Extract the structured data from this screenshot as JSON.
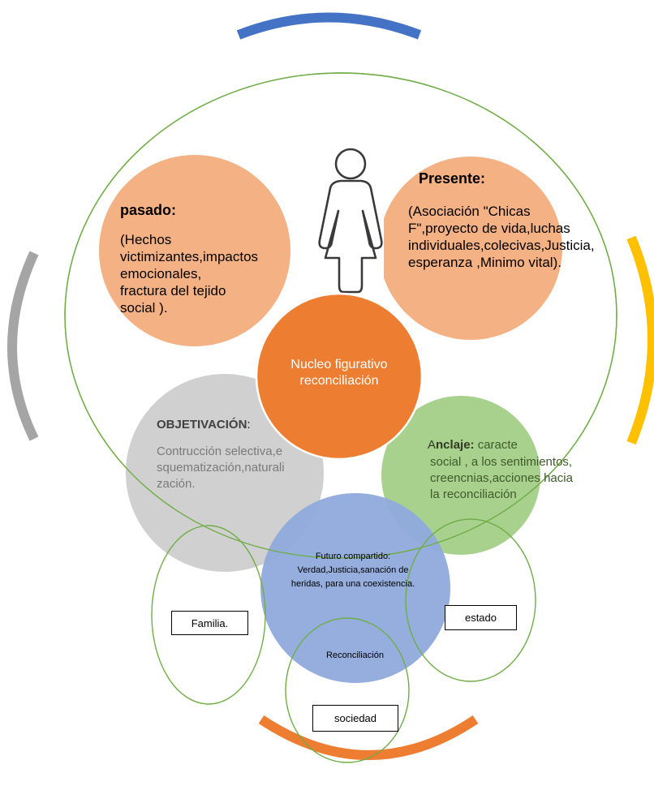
{
  "icons": {
    "person": "woman-figure-icon"
  },
  "colors": {
    "arc_top": "#4472C4",
    "arc_left": "#A5A5A5",
    "arc_right": "#FFC000",
    "arc_bottom": "#ED7D31",
    "outline_green": "#70AD47",
    "pasado_fill": "#F4B183",
    "presente_fill": "#F4B183",
    "nucleo_fill": "#ED7D31",
    "objetivacion_fill": "#D0D0D0",
    "anclaje_fill": "#A9D18E",
    "futuro_fill": "#8FAADC"
  },
  "pasado": {
    "title": "pasado:",
    "body": "(Hechos victimizantes,impactos emocionales, fractura del tejido social )."
  },
  "presente": {
    "title": "Presente:",
    "body": "(Asociación \"Chicas F\",proyecto de vida,luchas individuales,colecivas,Justicia, esperanza ,Minimo vital)."
  },
  "nucleo": {
    "text": "Nucleo figurativo reconciliación"
  },
  "objetivacion": {
    "title": "OBJETIVACIÓN",
    "colon": ":",
    "body": "Contrucción selectiva,esquematización,naturalización."
  },
  "anclaje": {
    "title_a": "A",
    "title_b": "nclaje:",
    "body_lead": " caracte",
    "body": "social , a los sentimientos,creencnias,acciones hacia la reconciliación"
  },
  "futuro": {
    "text": "Futuro compartido: Verdad,Justicia,sanación de heridas, para una coexistencia.",
    "reconciliacion": "Reconciliación"
  },
  "boxes": {
    "familia": "Familia.",
    "estado": "estado",
    "sociedad": "sociedad"
  }
}
